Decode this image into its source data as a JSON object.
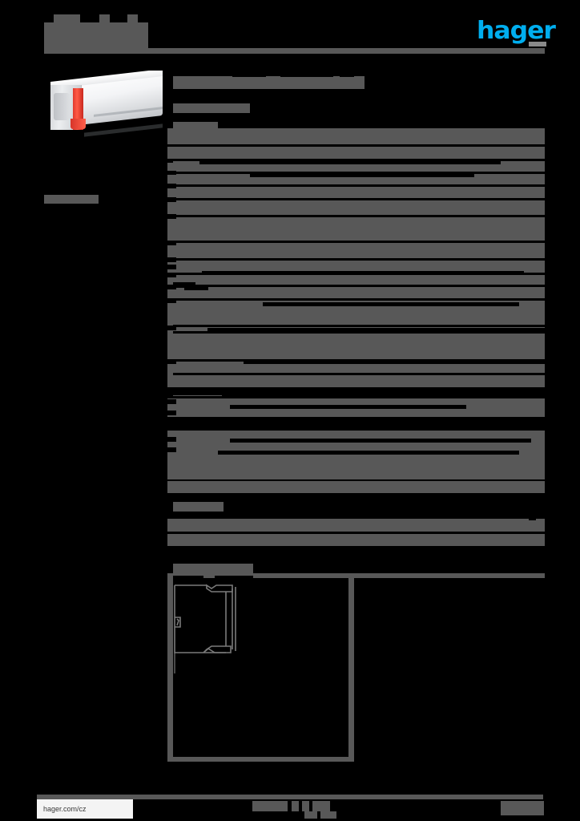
{
  "document": {
    "kind": "product-datasheet",
    "brand": "hager",
    "page_background": "#000000",
    "redaction_color": "#585858",
    "brand_color": "#00AEEF"
  },
  "header": {
    "title_redacted": true,
    "logo_text": "hager",
    "logo_name": "hager-logo",
    "rule": true
  },
  "sidebar": {
    "product_image_alt": "white cable trunking profile with red insert",
    "label_redacted": true
  },
  "main": {
    "page_title_redacted": true,
    "subtitle_redacted": true,
    "sections": [
      {
        "id": "table1",
        "heading_redacted": true,
        "rows": 13
      },
      {
        "id": "table2",
        "heading_redacted": true,
        "rows": 1
      },
      {
        "id": "table3",
        "heading_redacted": true,
        "rows": 3
      },
      {
        "id": "table4",
        "heading_redacted": true,
        "rows": 1
      },
      {
        "id": "drawings",
        "heading_redacted": true,
        "rows": 0
      }
    ]
  },
  "drawing": {
    "name": "cross-section-drawing",
    "description": "technical cross-section of trunking profile with snap-fit lid"
  },
  "footer": {
    "url": "hager.com/cz",
    "center_redacted": true,
    "right_redacted": true
  }
}
